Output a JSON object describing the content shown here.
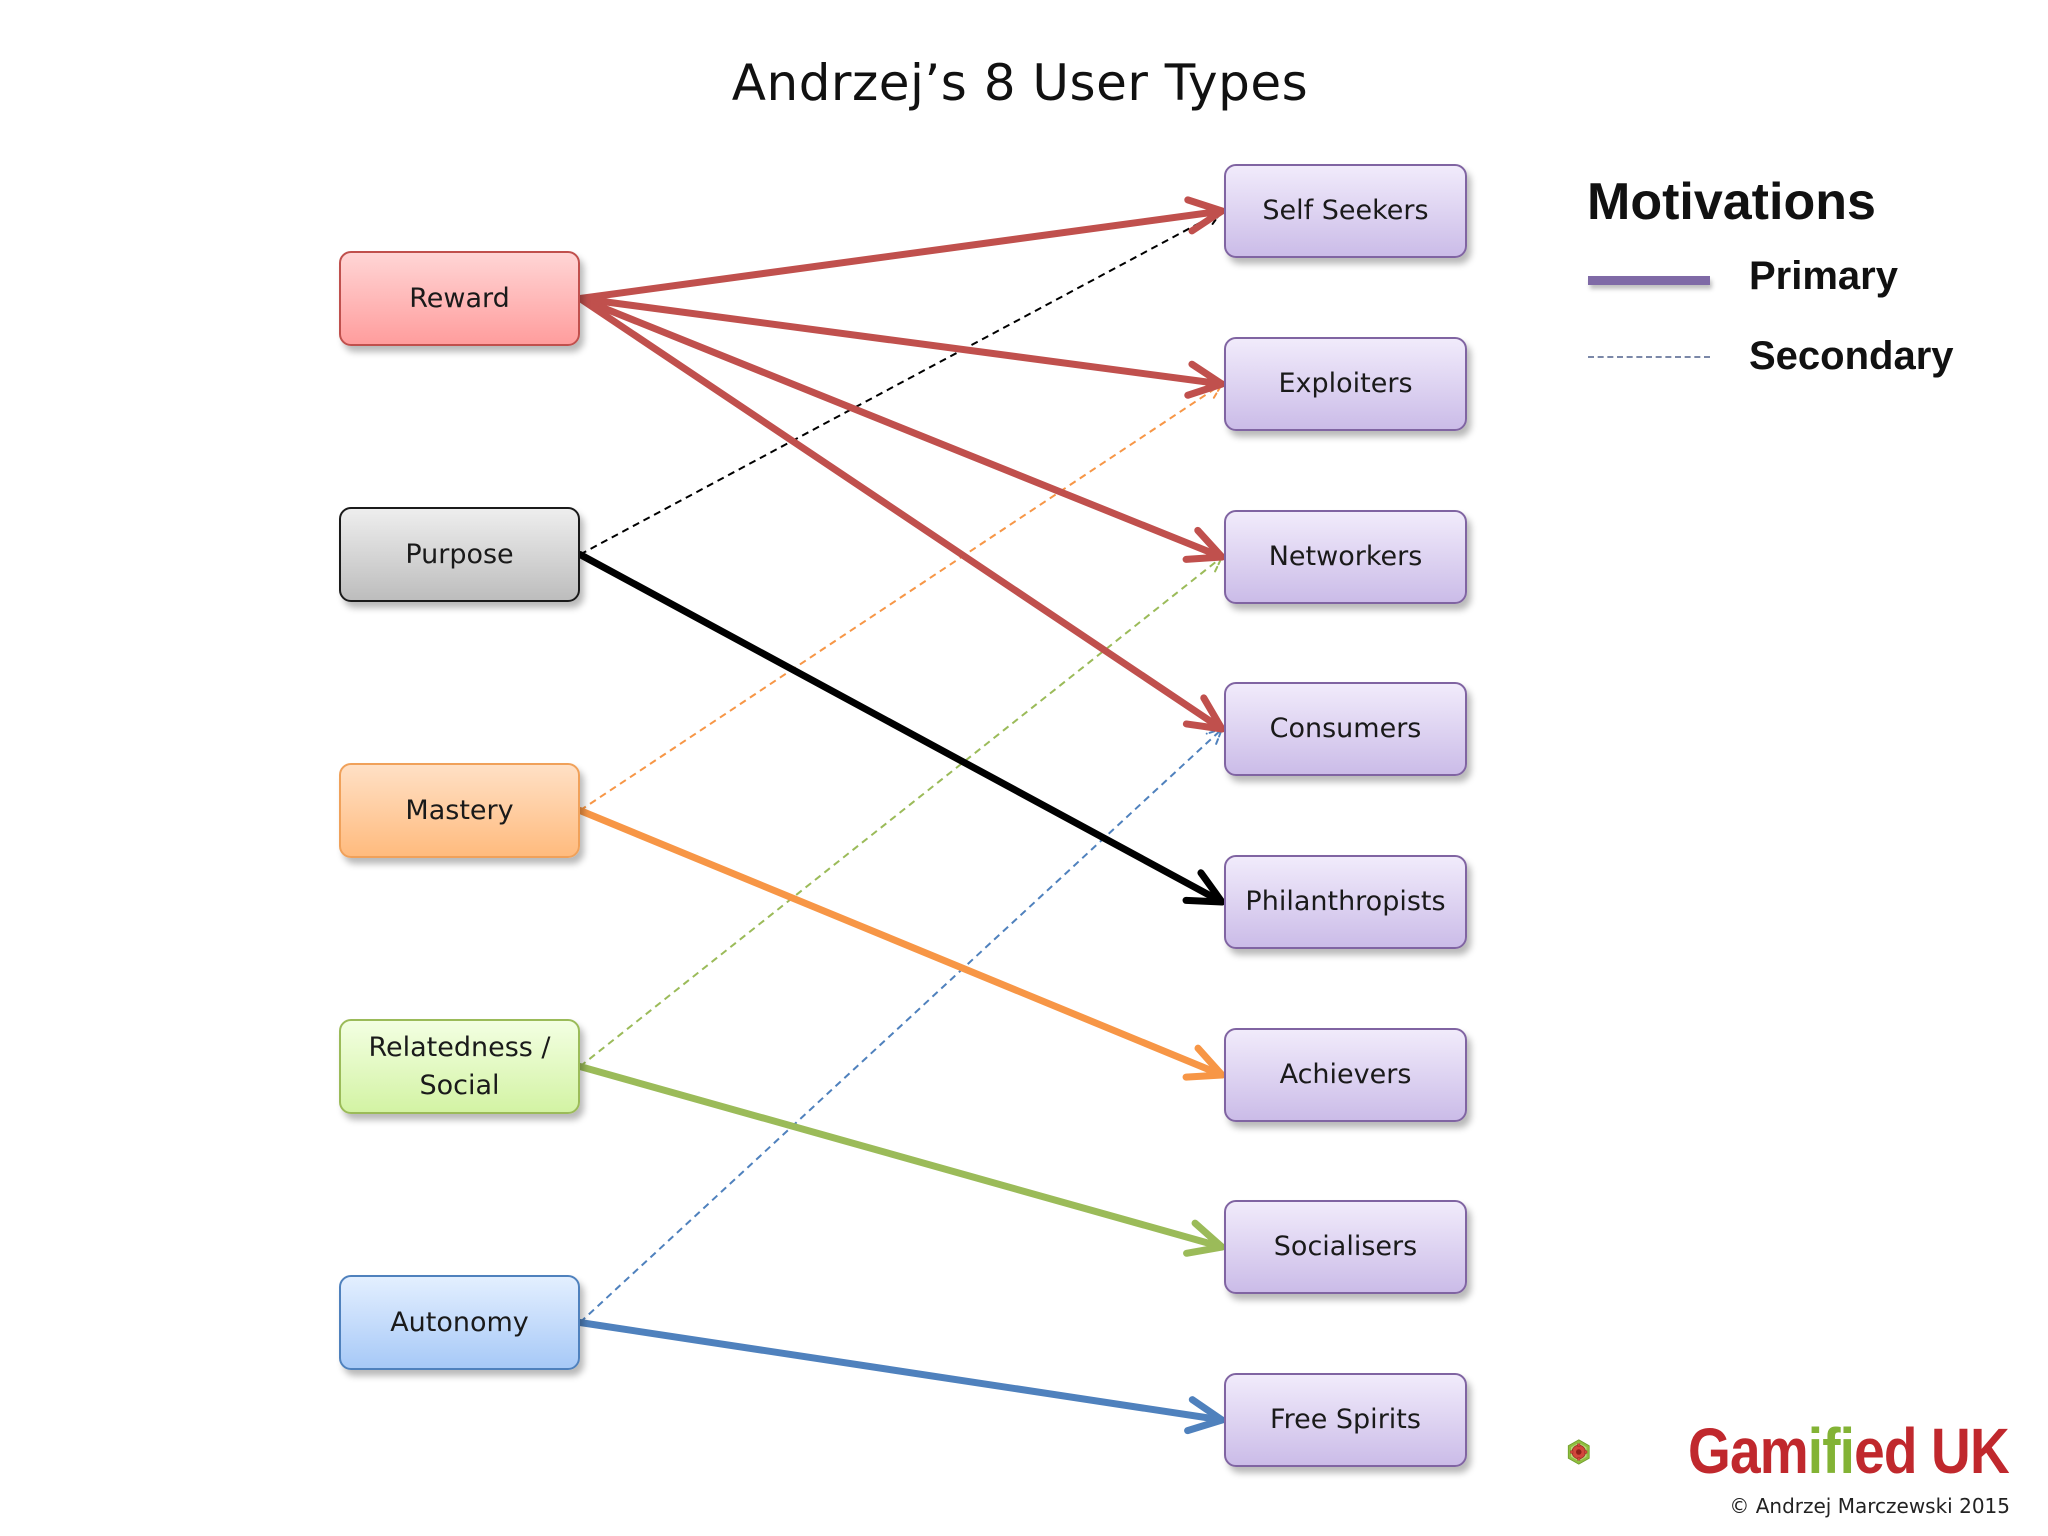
{
  "title": "Andrzej’s 8 User Types",
  "motivations": [
    {
      "id": "reward",
      "label": "Reward",
      "fill_top": "#ffd5d5",
      "fill_bottom": "#ff9d9d",
      "border": "#c0504d"
    },
    {
      "id": "purpose",
      "label": "Purpose",
      "fill_top": "#eeeeee",
      "fill_bottom": "#bdbdbd",
      "border": "#1a1a1a"
    },
    {
      "id": "mastery",
      "label": "Mastery",
      "fill_top": "#ffe0c5",
      "fill_bottom": "#ffbb7e",
      "border": "#f0a15a"
    },
    {
      "id": "relatedness",
      "label": "Relatedness /\nSocial",
      "fill_top": "#f3ffe2",
      "fill_bottom": "#d3f3a4",
      "border": "#9bbb59"
    },
    {
      "id": "autonomy",
      "label": "Autonomy",
      "fill_top": "#e3efff",
      "fill_bottom": "#a7c9f7",
      "border": "#4f81bd"
    }
  ],
  "user_types": [
    {
      "id": "self_seekers",
      "label": "Self Seekers"
    },
    {
      "id": "exploiters",
      "label": "Exploiters"
    },
    {
      "id": "networkers",
      "label": "Networkers"
    },
    {
      "id": "consumers",
      "label": "Consumers"
    },
    {
      "id": "philanthropists",
      "label": "Philanthropists"
    },
    {
      "id": "achievers",
      "label": "Achievers"
    },
    {
      "id": "socialisers",
      "label": "Socialisers"
    },
    {
      "id": "free_spirits",
      "label": "Free Spirits"
    }
  ],
  "user_type_style": {
    "fill_top": "#f1ebfb",
    "fill_bottom": "#cbbce8",
    "border": "#8064a2"
  },
  "links": [
    {
      "from": "reward",
      "to": "self_seekers",
      "kind": "primary",
      "color": "#c0504d"
    },
    {
      "from": "reward",
      "to": "exploiters",
      "kind": "primary",
      "color": "#c0504d"
    },
    {
      "from": "reward",
      "to": "networkers",
      "kind": "primary",
      "color": "#c0504d"
    },
    {
      "from": "reward",
      "to": "consumers",
      "kind": "primary",
      "color": "#c0504d"
    },
    {
      "from": "purpose",
      "to": "philanthropists",
      "kind": "primary",
      "color": "#000000"
    },
    {
      "from": "mastery",
      "to": "achievers",
      "kind": "primary",
      "color": "#f79646"
    },
    {
      "from": "relatedness",
      "to": "socialisers",
      "kind": "primary",
      "color": "#9bbb59"
    },
    {
      "from": "autonomy",
      "to": "free_spirits",
      "kind": "primary",
      "color": "#4f81bd"
    },
    {
      "from": "purpose",
      "to": "self_seekers",
      "kind": "secondary",
      "color": "#000000"
    },
    {
      "from": "mastery",
      "to": "exploiters",
      "kind": "secondary",
      "color": "#f79646"
    },
    {
      "from": "relatedness",
      "to": "networkers",
      "kind": "secondary",
      "color": "#9bbb59"
    },
    {
      "from": "autonomy",
      "to": "consumers",
      "kind": "secondary",
      "color": "#4f81bd"
    }
  ],
  "legend": {
    "title": "Motivations",
    "primary_label": "Primary",
    "secondary_label": "Secondary",
    "primary_color": "#7f6aa6",
    "secondary_color": "#7b88a8"
  },
  "brand": {
    "name_part1": "Gam",
    "name_part2": "ifi",
    "name_part3": "ed UK",
    "copyright": "© Andrzej Marczewski 2015",
    "icon": "hexagon-gear-logo"
  }
}
